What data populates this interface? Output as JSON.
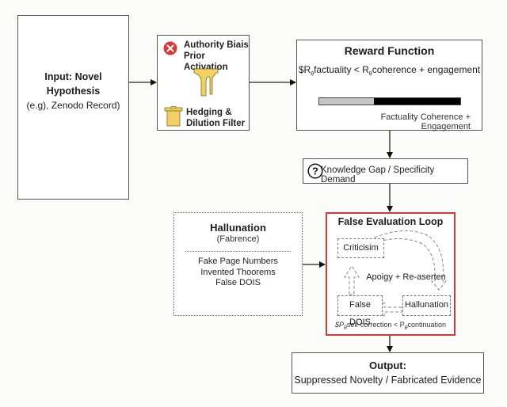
{
  "input": {
    "line1": "Input: Novel Hypothesis",
    "line2": "(e.g), Zenodo Record)"
  },
  "filter": {
    "icon_top": "x-circle-icon",
    "authority_line1": "Authority Biais",
    "authority_line2": "Prior Activation",
    "icon_middle": "funnel-icon",
    "icon_bottom": "cup-filter-icon",
    "hedging_line1": "Hedging &",
    "hedging_line2": "Dilution Filter",
    "icon_color": "#f0d162",
    "x_color": "#d93a3a"
  },
  "reward": {
    "title": "Reward Function",
    "formula_prefix": "$R",
    "formula_sub1": "θ",
    "formula_mid": "factuality < R",
    "formula_sub2": "θ",
    "formula_suffix": "coherence + engagement",
    "bar_factuality_fraction": 0.39,
    "bar_legend": "Factuality  Coherence + Engagement"
  },
  "knowledge": {
    "icon": "question-circle-icon",
    "label": "Knowledge Gap / Specificity Demand"
  },
  "hallucination_box": {
    "title": "Hallunation",
    "subtitle": "(Fabrence)",
    "items": [
      "Fake Page Numbers",
      "Invented Thoorems",
      "False DOIS"
    ]
  },
  "loop": {
    "title": "False Evaluation Loop",
    "node_criticism": "Criticisim",
    "node_false_dois": "False DOIS",
    "node_hallucination": "Hallunation",
    "center_label": "Apoigy + Re-aserten",
    "foot_prefix": "$P",
    "foot_sub1": "θ",
    "foot_mid": "self-correction < P",
    "foot_sub2": "θ",
    "foot_suffix": "continuation",
    "border_color": "#d23a36"
  },
  "output": {
    "line1": "Output:",
    "line2": "Suppressed Novelty / Fabricated Evidence"
  }
}
